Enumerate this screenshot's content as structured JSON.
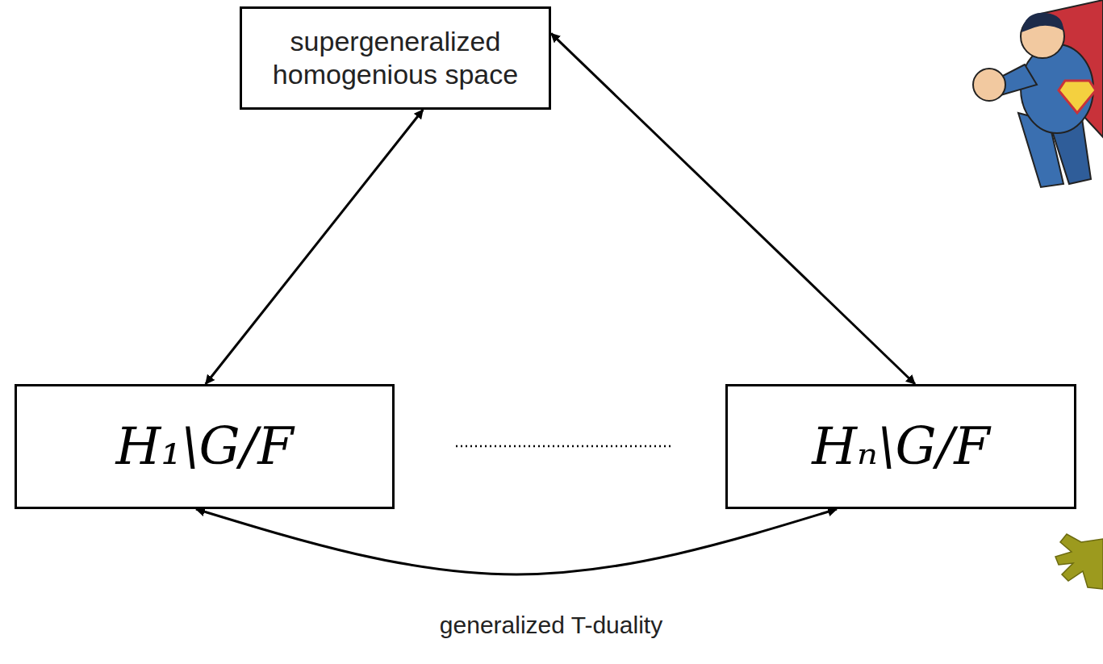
{
  "diagram": {
    "nodes": [
      {
        "text": [
          "supergeneralized homogenious space"
        ]
      },
      {
        "text": [
          "H₁\\G/F"
        ]
      },
      {
        "text": [
          "Hₙ\\G/F"
        ]
      }
    ],
    "edges": [
      {
        "from": 0,
        "to": 1,
        "arrow": "both"
      },
      {
        "from": 0,
        "to": 2,
        "arrow": "both"
      },
      {
        "from": 1,
        "to": 2,
        "arrow": "both",
        "label": "generalized T-duality"
      }
    ]
  }
}
